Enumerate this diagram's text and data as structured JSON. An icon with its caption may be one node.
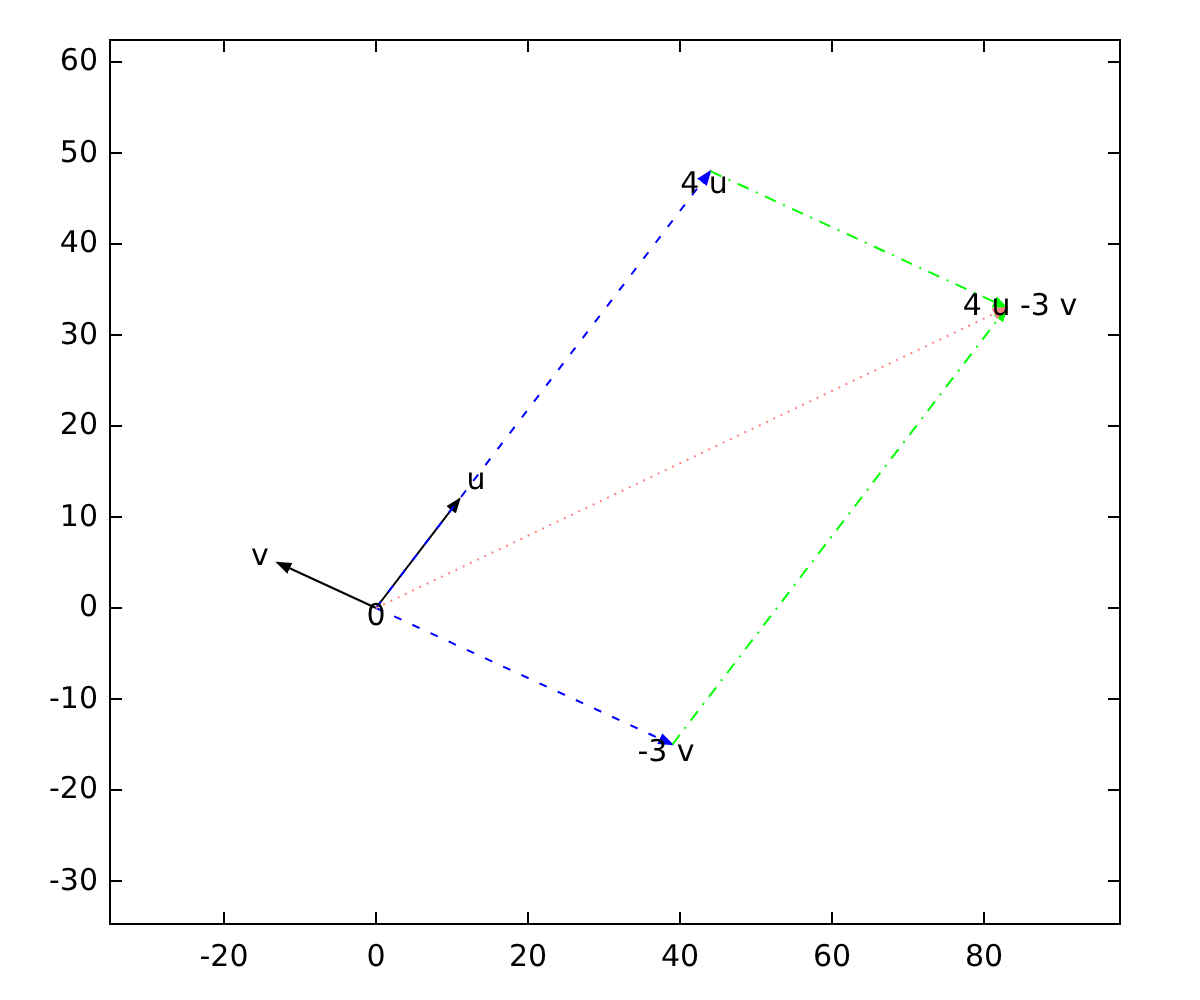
{
  "diagram": {
    "nodes": [
      {
        "text": [
          "4 u"
        ]
      },
      {
        "text": [
          "4 u -3 v"
        ]
      },
      {
        "text": [
          "u"
        ]
      },
      {
        "text": [
          "v"
        ]
      },
      {
        "text": [
          "0"
        ]
      },
      {
        "text": [
          "-3 v"
        ]
      }
    ],
    "edges": [
      {
        "from": 4,
        "to": 2,
        "arrow": "to"
      },
      {
        "from": 4,
        "to": 3,
        "arrow": "to"
      },
      {
        "from": 4,
        "to": 0,
        "arrow": "to",
        "style": "dashed",
        "color": "#0000ff"
      },
      {
        "from": 4,
        "to": 5,
        "arrow": "to",
        "style": "dashed",
        "color": "#0000ff"
      },
      {
        "from": 0,
        "to": 1,
        "arrow": "to",
        "style": "dashed",
        "color": "#00ff00"
      },
      {
        "from": 5,
        "to": 1,
        "arrow": "to",
        "style": "dashed",
        "color": "#00ff00"
      },
      {
        "from": 4,
        "to": 1,
        "arrow": "to",
        "style": "dashed",
        "color": "#ff8080"
      }
    ],
    "labels": [
      "60",
      "50",
      "40",
      "30",
      "20",
      "10",
      "0",
      "-10",
      "-20",
      "-30",
      "-20",
      "0",
      "20",
      "40",
      "60",
      "80"
    ]
  }
}
